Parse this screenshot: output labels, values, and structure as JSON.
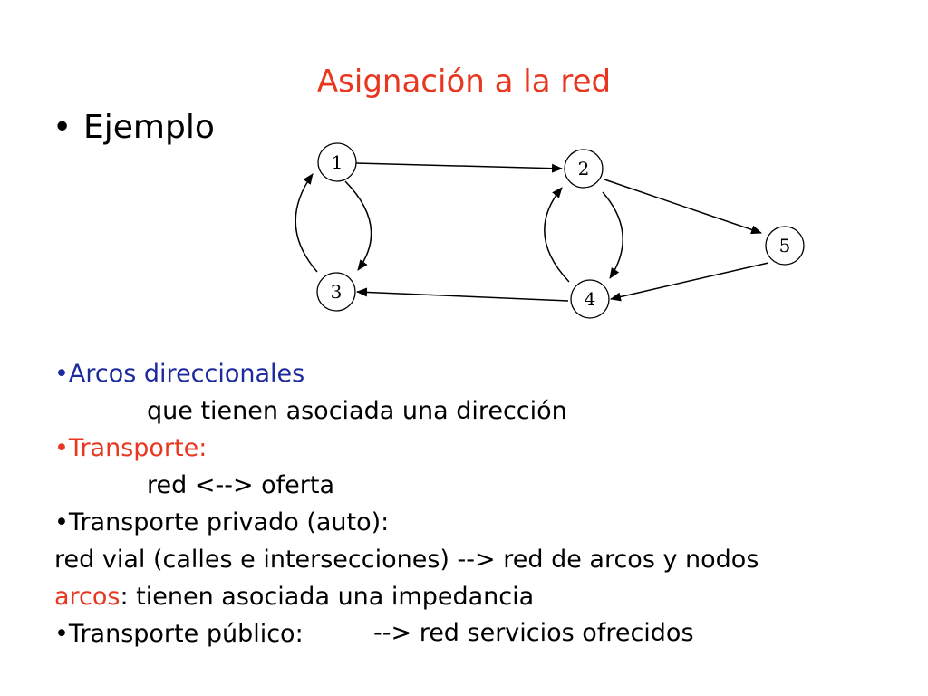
{
  "slide": {
    "title": "Asignación a la red",
    "bullet_symbol": "•",
    "main_bullet": "Ejemplo"
  },
  "diagram": {
    "nodes": [
      {
        "id": "1",
        "label": "1"
      },
      {
        "id": "2",
        "label": "2"
      },
      {
        "id": "3",
        "label": "3"
      },
      {
        "id": "4",
        "label": "4"
      },
      {
        "id": "5",
        "label": "5"
      }
    ],
    "edges": [
      {
        "from": "1",
        "to": "2"
      },
      {
        "from": "1",
        "to": "3"
      },
      {
        "from": "3",
        "to": "1"
      },
      {
        "from": "2",
        "to": "5"
      },
      {
        "from": "2",
        "to": "4"
      },
      {
        "from": "4",
        "to": "2"
      },
      {
        "from": "5",
        "to": "4"
      },
      {
        "from": "4",
        "to": "3"
      }
    ]
  },
  "content": {
    "b1_head": "•Arcos direccionales",
    "b1_sub": "que tienen asociada una dirección",
    "b2_head": "•Transporte:",
    "b2_sub": "red <--> oferta",
    "b3_head": "•Transporte privado (auto):",
    "b3_line2": "red vial (calles e intersecciones) --> red de arcos y nodos",
    "b3_line3_keyword": "arcos",
    "b3_line3_rest": ": tienen asociada una impedancia",
    "b4_head": "•Transporte público:",
    "b4_right": "--> red servicios ofrecidos"
  },
  "colors": {
    "title": "#e8361f",
    "blue": "#1c2a9e",
    "red": "#e8361f"
  }
}
